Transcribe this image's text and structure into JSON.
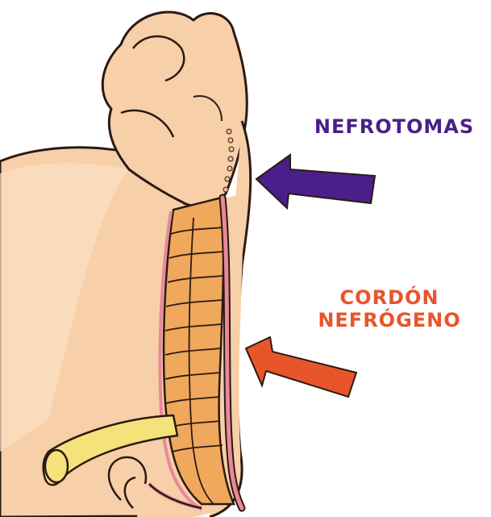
{
  "labels": {
    "nefrotomas": {
      "text": "NEFROTOMAS",
      "color": "#4a1f8a"
    },
    "cordon_nefrogeno": {
      "line1": "CORDÓN",
      "line2": "NEFRÓGENO",
      "color": "#e8552a"
    }
  },
  "colors": {
    "embryo_skin": "#f7cfa8",
    "embryo_shadow": "#efb98f",
    "outline": "#2b1a12",
    "cord_orange": "#f0a85c",
    "cord_pink": "#e8899a",
    "yolk_yellow": "#f5e27a",
    "arrow_purple": "#4a1f8a",
    "arrow_orange": "#e8552a"
  }
}
